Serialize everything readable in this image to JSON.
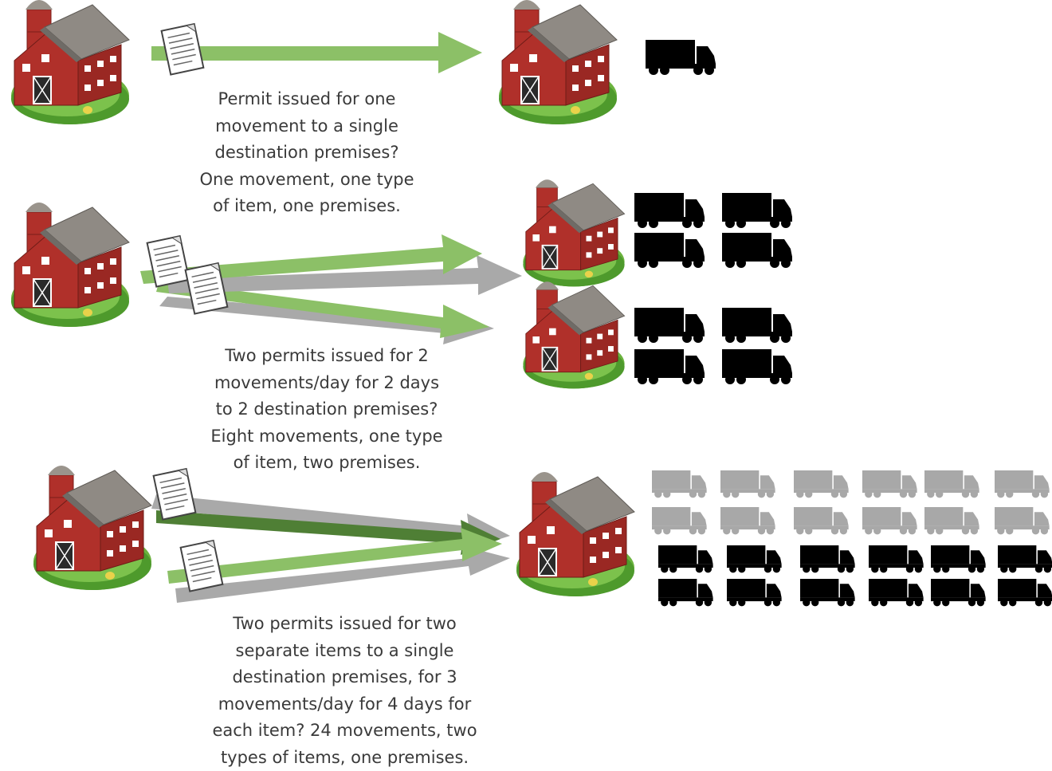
{
  "scenarios": [
    {
      "id": "one-permit",
      "caption": [
        "Permit issued for one",
        "movement to a single",
        "destination premises?",
        "One movement, one type",
        "of item, one premises."
      ]
    },
    {
      "id": "two-permits-two-premises",
      "caption": [
        "Two permits issued for 2",
        "movements/day for 2 days",
        "to 2 destination premises?",
        "Eight movements, one type",
        "of item, two premises."
      ]
    },
    {
      "id": "two-permits-two-items",
      "caption": [
        "Two permits issued for two",
        "separate items to a single",
        "destination premises, for 3",
        "movements/day for 4 days for",
        "each item? 24 movements, two",
        "types of items, one premises."
      ]
    }
  ],
  "colors": {
    "arrow_green": "#8cc067",
    "arrow_dark_green": "#4f7f35",
    "arrow_gray": "#a9a9a9",
    "truck_black": "#000000",
    "truck_gray": "#a8a8a8",
    "barn_red": "#b0302a",
    "roof_gray": "#8f8a84",
    "grass_green": "#6cb33f"
  },
  "icons": {
    "barn": "barn-icon",
    "permit": "permit-document-icon",
    "truck": "truck-icon"
  }
}
